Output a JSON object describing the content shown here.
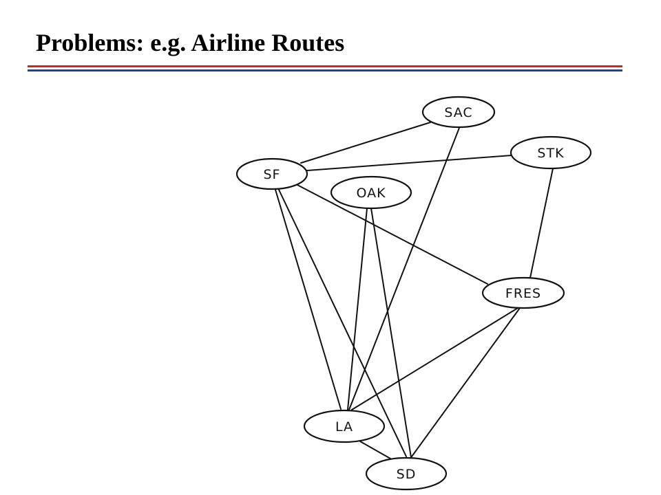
{
  "slide": {
    "title": "Problems: e.g. Airline Routes",
    "rule_colors": {
      "top": "#d81e1e",
      "bottom": "#1f3ca8"
    }
  },
  "graph": {
    "nodes": [
      {
        "id": "SAC",
        "label": "SAC"
      },
      {
        "id": "STK",
        "label": "STK"
      },
      {
        "id": "SF",
        "label": "SF"
      },
      {
        "id": "OAK",
        "label": "OAK"
      },
      {
        "id": "FRES",
        "label": "FRES"
      },
      {
        "id": "LA",
        "label": "LA"
      },
      {
        "id": "SD",
        "label": "SD"
      }
    ],
    "edges": [
      [
        "SF",
        "SAC"
      ],
      [
        "SF",
        "STK"
      ],
      [
        "SF",
        "FRES"
      ],
      [
        "SF",
        "LA"
      ],
      [
        "SF",
        "SD"
      ],
      [
        "SAC",
        "LA"
      ],
      [
        "STK",
        "FRES"
      ],
      [
        "OAK",
        "LA"
      ],
      [
        "OAK",
        "SD"
      ],
      [
        "FRES",
        "LA"
      ],
      [
        "FRES",
        "SD"
      ],
      [
        "LA",
        "SD"
      ]
    ]
  }
}
